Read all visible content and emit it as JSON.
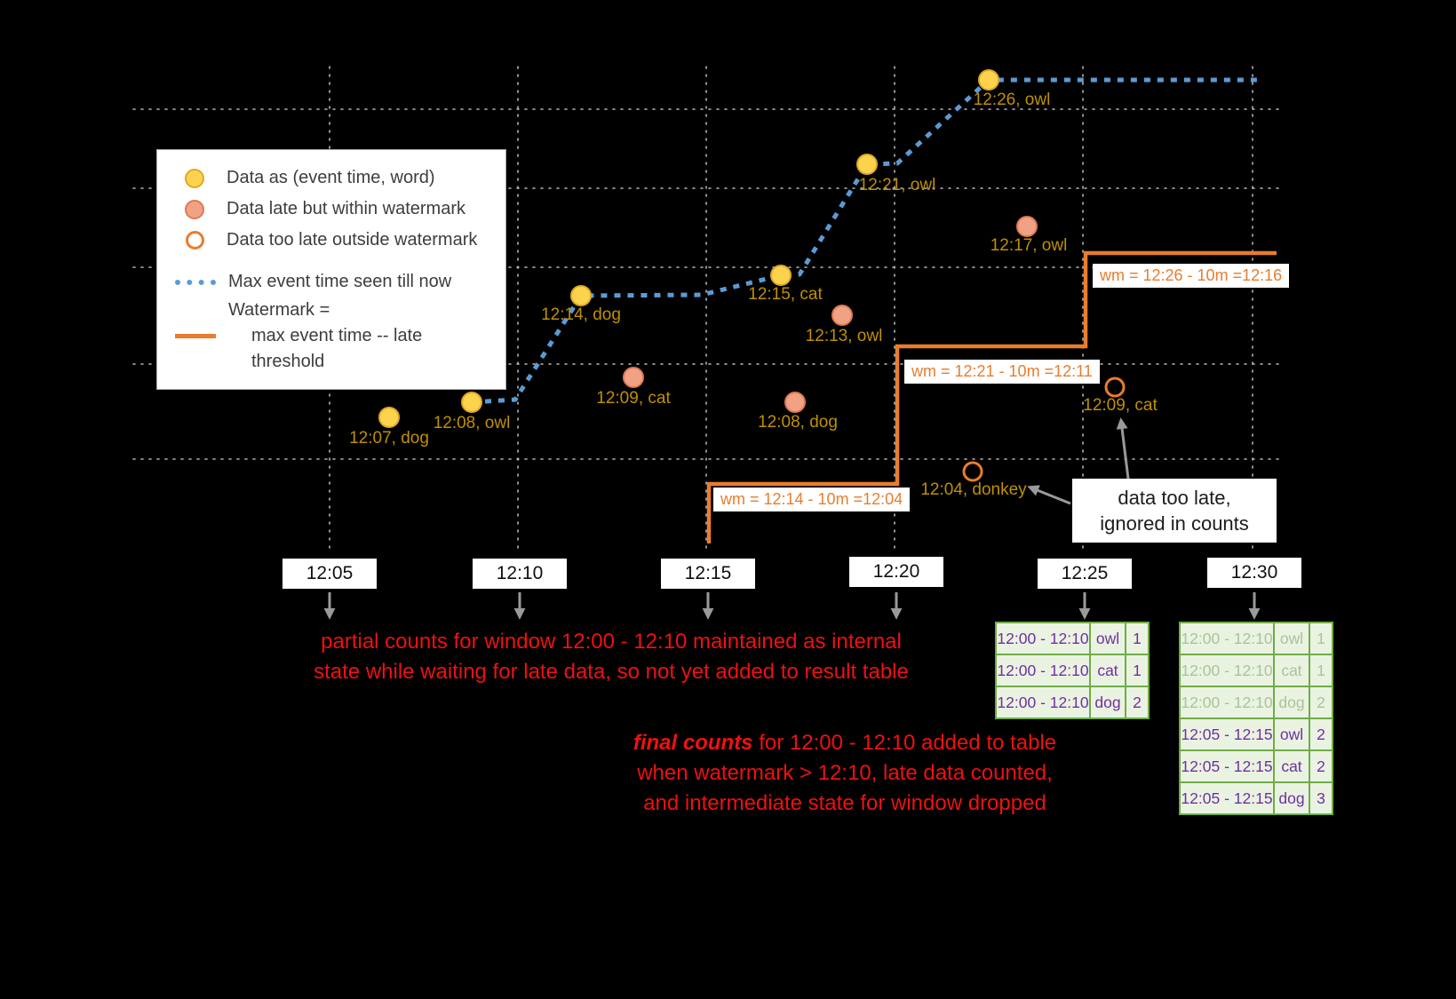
{
  "colors": {
    "bg": "#000000",
    "grid": "#C9C9C9",
    "blue": "#5B9BD5",
    "orange": "#E87D2E",
    "yellow": "#FBD34D",
    "yellow_edge": "#DFA927",
    "salmon": "#F2A284",
    "salmon_edge": "#DC7A55",
    "gold_text": "#BF9000",
    "red_text": "#EE1111",
    "green_border": "#6FAC47",
    "green_bg": "#EAF3E2",
    "purple": "#7030A0",
    "faded_text": "#A8C495",
    "ink": "#3D3D3D",
    "arrow_gray": "#9A9A9A"
  },
  "legend": {
    "items": [
      {
        "label": "Data as (event time, word)"
      },
      {
        "label": "Data late but within watermark"
      },
      {
        "label": "Data too late outside watermark"
      },
      {
        "label": "Max event time seen till now"
      },
      {
        "label": "Watermark =",
        "label2": "max event time -- late threshold"
      }
    ]
  },
  "points": [
    {
      "label": "12:07, dog",
      "kind": "ontime"
    },
    {
      "label": "12:08, owl",
      "kind": "ontime"
    },
    {
      "label": "12:14, dog",
      "kind": "ontime"
    },
    {
      "label": "12:15, cat",
      "kind": "ontime"
    },
    {
      "label": "12:21, owl",
      "kind": "ontime"
    },
    {
      "label": "12:26, owl",
      "kind": "ontime"
    },
    {
      "label": "12:09, cat",
      "kind": "late"
    },
    {
      "label": "12:08, dog",
      "kind": "late"
    },
    {
      "label": "12:13, owl",
      "kind": "late"
    },
    {
      "label": "12:17, owl",
      "kind": "late"
    },
    {
      "label": "12:04, donkey",
      "kind": "toolate"
    },
    {
      "label": "12:09, cat",
      "kind": "toolate"
    }
  ],
  "axis_ticks": [
    "12:05",
    "12:10",
    "12:15",
    "12:20",
    "12:25",
    "12:30"
  ],
  "watermark_labels": [
    "wm = 12:14 - 10m =12:04",
    "wm = 12:21 - 10m =12:11",
    "wm = 12:26 - 10m =12:16"
  ],
  "annotations": {
    "too_late": {
      "line1": "data too late,",
      "line2": "ignored in counts"
    },
    "partial": {
      "line1": "partial counts for window 12:00 - 12:10 maintained as internal",
      "line2": "state while waiting for late data, so not yet added to result table"
    },
    "final": {
      "em": "final counts",
      "line1_rest": " for 12:00 - 12:10 added to table",
      "line2": "when watermark > 12:10, late data counted,",
      "line3": "and intermediate state for window dropped"
    }
  },
  "result_tables": {
    "t1": {
      "rows": [
        [
          "12:00 - 12:10",
          "owl",
          "1"
        ],
        [
          "12:00 - 12:10",
          "cat",
          "1"
        ],
        [
          "12:00 - 12:10",
          "dog",
          "2"
        ]
      ]
    },
    "t2": {
      "faded_rows": [
        [
          "12:00 - 12:10",
          "owl",
          "1"
        ],
        [
          "12:00 - 12:10",
          "cat",
          "1"
        ],
        [
          "12:00 - 12:10",
          "dog",
          "2"
        ]
      ],
      "rows": [
        [
          "12:05 - 12:15",
          "owl",
          "2"
        ],
        [
          "12:05 - 12:15",
          "cat",
          "2"
        ],
        [
          "12:05 - 12:15",
          "dog",
          "3"
        ]
      ]
    }
  }
}
